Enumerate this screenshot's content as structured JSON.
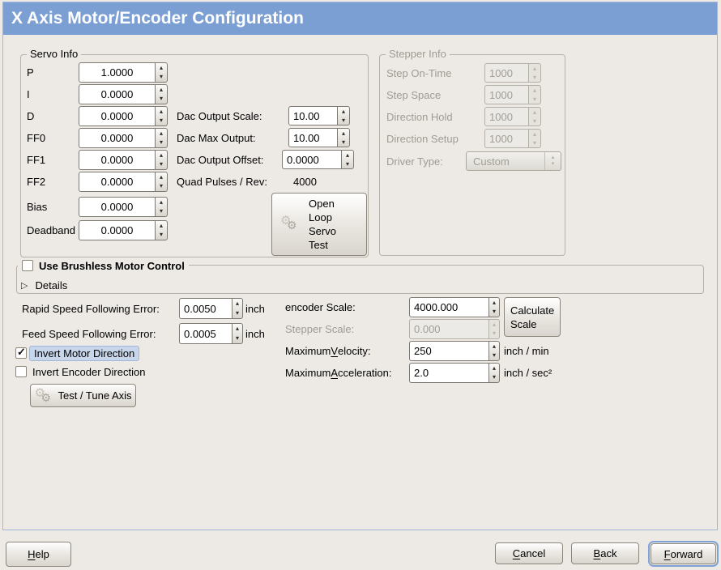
{
  "window": {
    "title": "X Axis Motor/Encoder Configuration"
  },
  "colors": {
    "titlebar": "#7c9fd3",
    "highlight": "#c7d6ea",
    "window_bg": "#edeae6"
  },
  "icons": {
    "gear": "⚙",
    "spin_up": "▴",
    "spin_down": "▾",
    "expander_right": "▷",
    "check": "✓",
    "combo_up": "▴",
    "combo_down": "▾"
  },
  "servo_info": {
    "legend": "Servo Info",
    "rows": [
      {
        "label": "P",
        "value": "1.0000"
      },
      {
        "label": "I",
        "value": "0.0000"
      },
      {
        "label": "D",
        "value": "0.0000"
      },
      {
        "label": "FF0",
        "value": "0.0000"
      },
      {
        "label": "FF1",
        "value": "0.0000"
      },
      {
        "label": "FF2",
        "value": "0.0000"
      },
      {
        "label": "Bias",
        "value": "0.0000"
      },
      {
        "label": "Deadband",
        "value": "0.0000"
      }
    ],
    "dac_rows": [
      {
        "label": "Dac Output Scale:",
        "value": "10.00"
      },
      {
        "label": "Dac Max Output:",
        "value": "10.00"
      },
      {
        "label": "Dac Output Offset:",
        "value": "0.0000"
      }
    ],
    "quad_label": "Quad Pulses / Rev:",
    "quad_value": "4000",
    "open_loop_button": "Open Loop Servo Test"
  },
  "stepper_info": {
    "legend": "Stepper Info",
    "rows": [
      {
        "label": "Step On-Time",
        "value": "1000"
      },
      {
        "label": "Step Space",
        "value": "1000"
      },
      {
        "label": "Direction Hold",
        "value": "1000"
      },
      {
        "label": "Direction Setup",
        "value": "1000"
      }
    ],
    "driver_type_label": "Driver Type:",
    "driver_type_value": "Custom"
  },
  "brushless": {
    "checkbox_label": "Use Brushless Motor Control",
    "details_label": "Details"
  },
  "errors": {
    "rapid_label": "Rapid Speed Following Error:",
    "rapid_value": "0.0050",
    "rapid_unit": "inch",
    "feed_label": "Feed Speed Following Error:",
    "feed_value": "0.0005",
    "feed_unit": "inch"
  },
  "scale": {
    "encoder_label": "encoder Scale:",
    "encoder_value": "4000.000",
    "stepper_label": "Stepper Scale:",
    "stepper_value": "0.000",
    "calculate_button": "Calculate Scale",
    "velocity_pre": "Maximum ",
    "velocity_mn": "V",
    "velocity_post": "elocity:",
    "velocity_value": "250",
    "velocity_unit": "inch / min",
    "accel_pre": "Maximum ",
    "accel_mn": "A",
    "accel_post": "cceleration:",
    "accel_value": "2.0",
    "accel_unit": "inch / sec²"
  },
  "direction": {
    "invert_motor_label": "Invert Motor Direction",
    "invert_encoder_label": "Invert Encoder Direction",
    "test_tune_button": "Test / Tune Axis"
  },
  "footer": {
    "help_mn": "H",
    "help_post": "elp",
    "cancel_mn": "C",
    "cancel_post": "ancel",
    "back_mn": "B",
    "back_post": "ack",
    "forward_mn": "F",
    "forward_post": "orward"
  }
}
